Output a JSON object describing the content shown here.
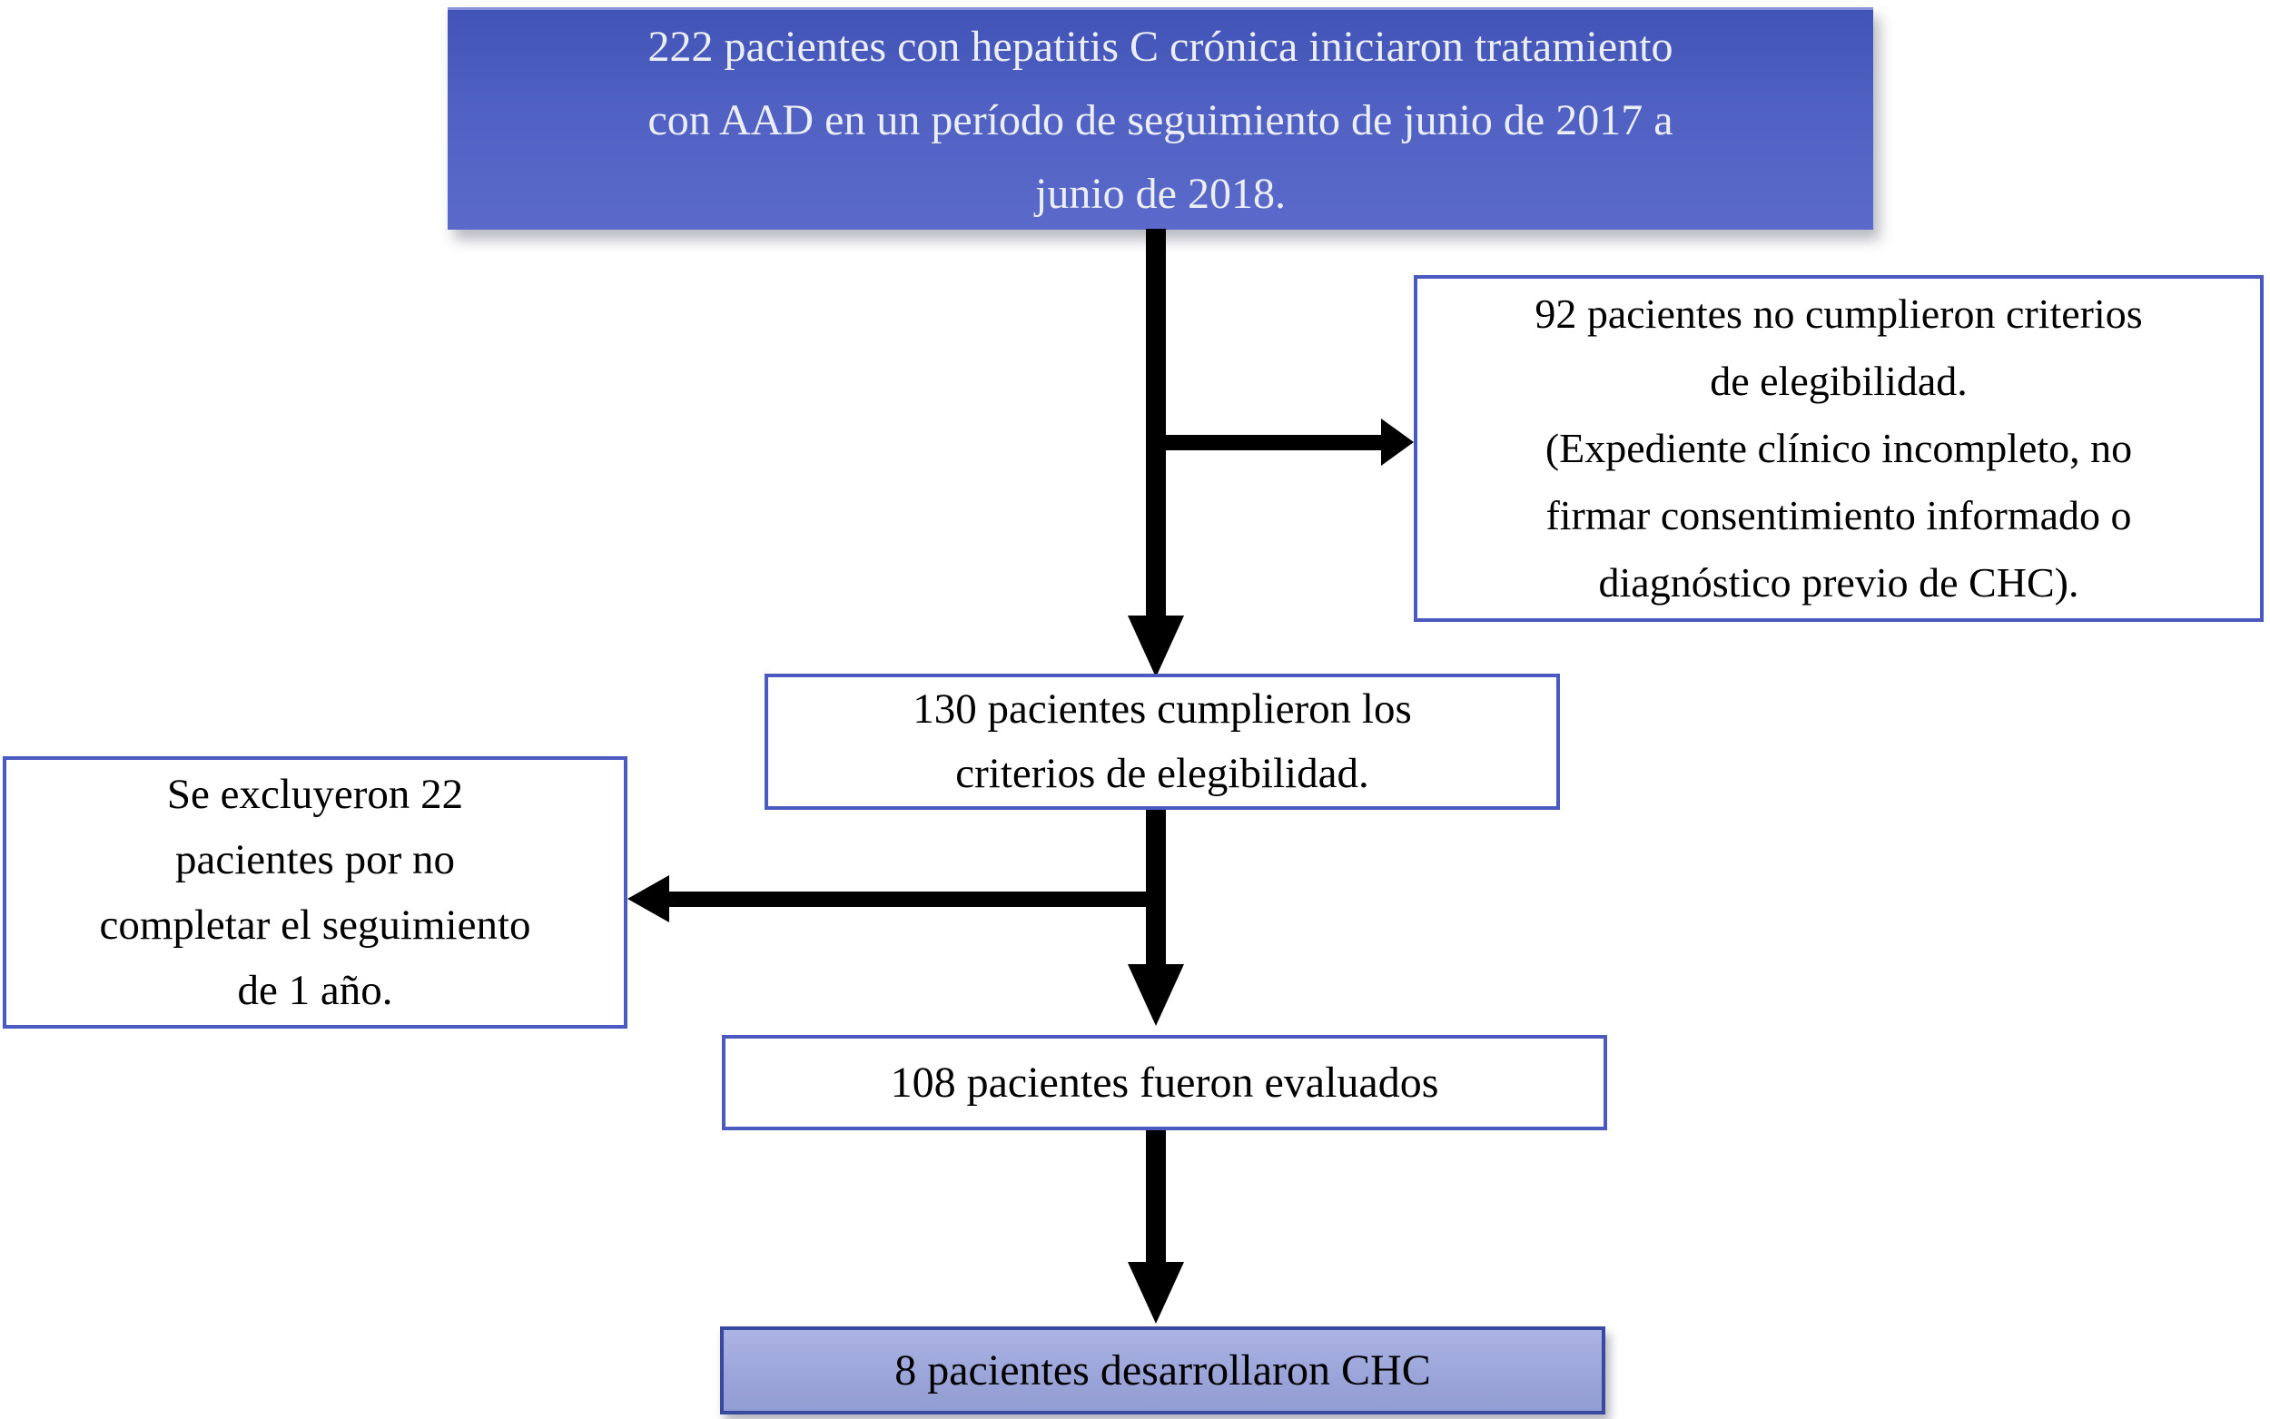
{
  "diagram": {
    "type": "patient-flow-chart",
    "language": "es",
    "boxes": {
      "start": {
        "style": "filled-blue",
        "lines": [
          "222 pacientes con hepatitis C crónica iniciaron tratamiento",
          "con AAD en un período de seguimiento de junio de 2017 a",
          "junio de 2018."
        ]
      },
      "excluded_eligibility": {
        "style": "white-outlined",
        "lines": [
          "92 pacientes no cumplieron criterios",
          "de elegibilidad.",
          "(Expediente clínico incompleto, no",
          "firmar consentimiento informado o",
          "diagnóstico previo de CHC)."
        ]
      },
      "eligible": {
        "style": "white-outlined",
        "lines": [
          "130 pacientes cumplieron los",
          "criterios de elegibilidad."
        ]
      },
      "excluded_followup": {
        "style": "white-outlined",
        "lines": [
          "Se excluyeron 22",
          "pacientes por no",
          "completar el seguimiento",
          "de 1 año."
        ]
      },
      "evaluated": {
        "style": "white-outlined",
        "lines": [
          "108 pacientes fueron evaluados"
        ]
      },
      "outcome": {
        "style": "filled-periwinkle",
        "lines": [
          "8 pacientes desarrollaron CHC"
        ]
      }
    },
    "connections": [
      {
        "from": "start",
        "to": "eligible",
        "direction": "down"
      },
      {
        "from": "start-branch",
        "to": "excluded_eligibility",
        "direction": "right"
      },
      {
        "from": "eligible",
        "to": "evaluated",
        "direction": "down"
      },
      {
        "from": "eligible-branch",
        "to": "excluded_followup",
        "direction": "left"
      },
      {
        "from": "evaluated",
        "to": "outcome",
        "direction": "down"
      }
    ],
    "colors": {
      "background": "#ffffff",
      "start_box_fill_top": "#4153b6",
      "start_box_fill_bottom": "#5b6aca",
      "start_box_text": "#eceef5",
      "white_box_border": "#4a5ac0",
      "outcome_box_fill": "#9aa4d8",
      "outcome_box_border": "#3a49a0",
      "arrow": "#000000",
      "body_text": "#000000"
    }
  }
}
